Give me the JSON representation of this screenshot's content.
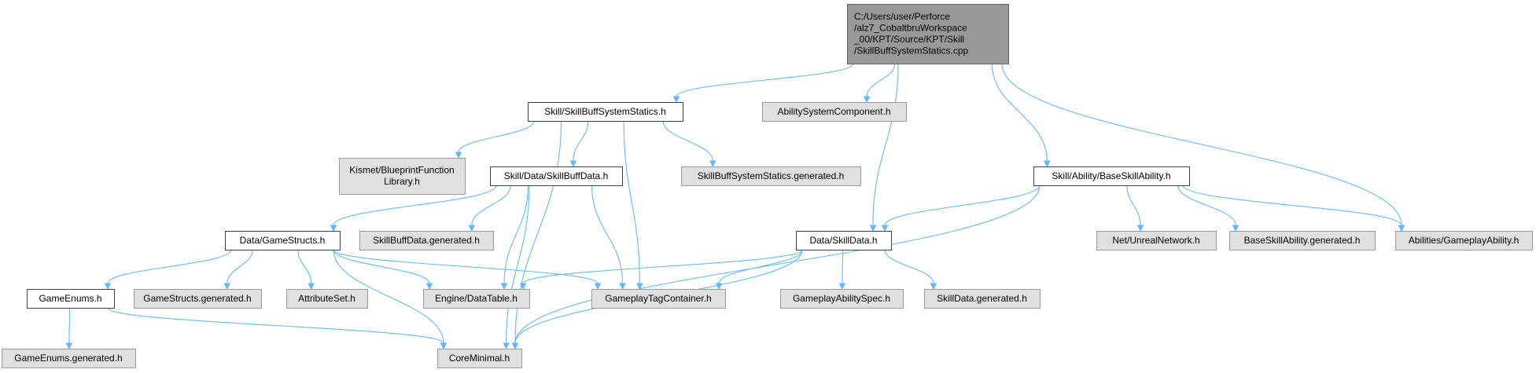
{
  "colors": {
    "edge": "#63b8ff",
    "root_fill": "#999999",
    "root_border": "#666666",
    "local_fill": "#ffffff",
    "local_border": "#404040",
    "external_fill": "#e0e0e0",
    "external_border": "#999999"
  },
  "nodes": [
    {
      "id": "root",
      "kind": "root",
      "lines": [
        "C:/Users/user/Perforce",
        "/alz7_CobaltbruWorkspace",
        "_00/KPT/Source/KPT/Skill",
        "/SkillBuffSystemStatics.cpp"
      ]
    },
    {
      "id": "sbss_h",
      "kind": "local",
      "lines": [
        "Skill/SkillBuffSystemStatics.h"
      ]
    },
    {
      "id": "asc_h",
      "kind": "external",
      "lines": [
        "AbilitySystemComponent.h"
      ]
    },
    {
      "id": "kismet_h",
      "kind": "external",
      "lines": [
        "Kismet/BlueprintFunction",
        "Library.h"
      ]
    },
    {
      "id": "sbd_h",
      "kind": "local",
      "lines": [
        "Skill/Data/SkillBuffData.h"
      ]
    },
    {
      "id": "sbss_gen",
      "kind": "external",
      "lines": [
        "SkillBuffSystemStatics.generated.h"
      ]
    },
    {
      "id": "bsa_h",
      "kind": "local",
      "lines": [
        "Skill/Ability/BaseSkillAbility.h"
      ]
    },
    {
      "id": "gs_h",
      "kind": "local",
      "lines": [
        "Data/GameStructs.h"
      ]
    },
    {
      "id": "sbd_gen",
      "kind": "external",
      "lines": [
        "SkillBuffData.generated.h"
      ]
    },
    {
      "id": "sd_h",
      "kind": "local",
      "lines": [
        "Data/SkillData.h"
      ]
    },
    {
      "id": "net_h",
      "kind": "external",
      "lines": [
        "Net/UnrealNetwork.h"
      ]
    },
    {
      "id": "bsa_gen",
      "kind": "external",
      "lines": [
        "BaseSkillAbility.generated.h"
      ]
    },
    {
      "id": "ga_h",
      "kind": "external",
      "lines": [
        "Abilities/GameplayAbility.h"
      ]
    },
    {
      "id": "ge_h",
      "kind": "local",
      "lines": [
        "GameEnums.h"
      ]
    },
    {
      "id": "gs_gen",
      "kind": "external",
      "lines": [
        "GameStructs.generated.h"
      ]
    },
    {
      "id": "as_h",
      "kind": "external",
      "lines": [
        "AttributeSet.h"
      ]
    },
    {
      "id": "dt_h",
      "kind": "external",
      "lines": [
        "Engine/DataTable.h"
      ]
    },
    {
      "id": "gtc_h",
      "kind": "external",
      "lines": [
        "GameplayTagContainer.h"
      ]
    },
    {
      "id": "gas_h",
      "kind": "external",
      "lines": [
        "GameplayAbilitySpec.h"
      ]
    },
    {
      "id": "sd_gen",
      "kind": "external",
      "lines": [
        "SkillData.generated.h"
      ]
    },
    {
      "id": "ge_gen",
      "kind": "external",
      "lines": [
        "GameEnums.generated.h"
      ]
    },
    {
      "id": "cm_h",
      "kind": "external",
      "lines": [
        "CoreMinimal.h"
      ]
    }
  ],
  "edges": [
    [
      "root",
      "sbss_h"
    ],
    [
      "root",
      "asc_h"
    ],
    [
      "root",
      "sd_h"
    ],
    [
      "root",
      "bsa_h"
    ],
    [
      "root",
      "ga_h"
    ],
    [
      "sbss_h",
      "kismet_h"
    ],
    [
      "sbss_h",
      "sbd_h"
    ],
    [
      "sbss_h",
      "sbss_gen"
    ],
    [
      "sbss_h",
      "gtc_h"
    ],
    [
      "sbss_h",
      "cm_h"
    ],
    [
      "sbd_h",
      "gs_h"
    ],
    [
      "sbd_h",
      "sbd_gen"
    ],
    [
      "sbd_h",
      "dt_h"
    ],
    [
      "sbd_h",
      "gtc_h"
    ],
    [
      "sbd_h",
      "cm_h"
    ],
    [
      "bsa_h",
      "sd_h"
    ],
    [
      "bsa_h",
      "net_h"
    ],
    [
      "bsa_h",
      "bsa_gen"
    ],
    [
      "bsa_h",
      "ga_h"
    ],
    [
      "bsa_h",
      "cm_h"
    ],
    [
      "gs_h",
      "ge_h"
    ],
    [
      "gs_h",
      "gs_gen"
    ],
    [
      "gs_h",
      "as_h"
    ],
    [
      "gs_h",
      "dt_h"
    ],
    [
      "gs_h",
      "gtc_h"
    ],
    [
      "gs_h",
      "cm_h"
    ],
    [
      "sd_h",
      "dt_h"
    ],
    [
      "sd_h",
      "gtc_h"
    ],
    [
      "sd_h",
      "gas_h"
    ],
    [
      "sd_h",
      "sd_gen"
    ],
    [
      "sd_h",
      "cm_h"
    ],
    [
      "ge_h",
      "ge_gen"
    ],
    [
      "ge_h",
      "cm_h"
    ]
  ]
}
